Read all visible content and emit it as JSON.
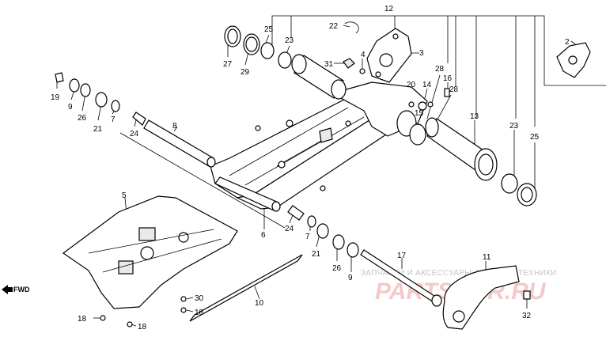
{
  "labels": {
    "p2": "2",
    "p3": "3",
    "p4": "4",
    "p5": "5",
    "p6": "6",
    "p7a": "7",
    "p7b": "7",
    "p8": "8",
    "p9a": "9",
    "p9b": "9",
    "p10": "10",
    "p11": "11",
    "p12": "12",
    "p13": "13",
    "p14": "14",
    "p15": "15",
    "p16": "16",
    "p17": "17",
    "p18a": "18",
    "p18b": "18",
    "p18c": "18",
    "p19": "19",
    "p20": "20",
    "p21a": "21",
    "p21b": "21",
    "p22": "22",
    "p23a": "23",
    "p23b": "23",
    "p24a": "24",
    "p24b": "24",
    "p25a": "25",
    "p25b": "25",
    "p26a": "26",
    "p26b": "26",
    "p27": "27",
    "p28a": "28",
    "p28b": "28",
    "p29": "29",
    "p30": "30",
    "p31": "31",
    "p32": "32"
  },
  "direction_label": "FWD",
  "watermark": {
    "line1": "ЗАПЧАСТИ И АКСЕССУАРЫ ДЛЯ МОТОТЕХНИКИ",
    "line2": "PARTSPOR.RU"
  }
}
